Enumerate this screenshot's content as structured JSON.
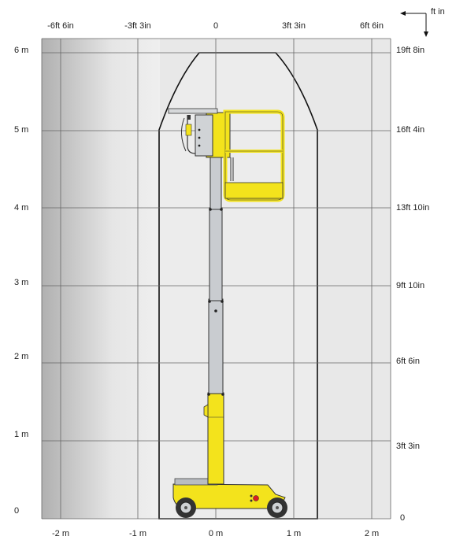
{
  "diagram": {
    "top_axis_ft_labels": [
      "-6ft 6in",
      "-3ft 3in",
      "0",
      "3ft 3in",
      "6ft 6in"
    ],
    "bottom_axis_m_labels": [
      "-2 m",
      "-1 m",
      "0 m",
      "1 m",
      "2 m"
    ],
    "left_axis_m_labels": [
      "6 m",
      "5 m",
      "4 m",
      "3 m",
      "2 m",
      "1 m",
      "0"
    ],
    "right_axis_ft_labels": [
      "19ft 8in",
      "16ft 4in",
      "13ft 10in",
      "9ft 10in",
      "6ft 6in",
      "3ft 3in",
      "0"
    ],
    "unit_label": "ft in",
    "colors": {
      "grid_line": "#555555",
      "machine_yellow": "#f5e51c",
      "mast_grey": "#c9ccd0",
      "envelope_fill": "#e4e4e4",
      "shade_dark": "#b3b3b3"
    }
  }
}
